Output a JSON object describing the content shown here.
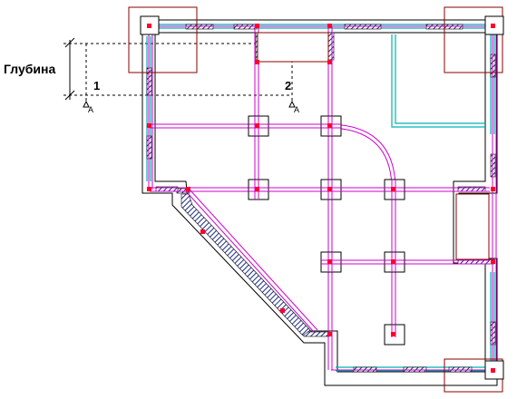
{
  "labels": {
    "depth": "Глубина",
    "section_mark_1": "1",
    "section_mark_2": "2"
  },
  "colors": {
    "wall_outline": "#000000",
    "wall_fill": "#ffffff",
    "insulation": "#00b0b0",
    "hatch": "#1a2a8c",
    "axis": "#d000d0",
    "axis_light": "#f0b0f0",
    "node": "#ff0030",
    "opening": "#8b0000",
    "dim": "#000000"
  }
}
